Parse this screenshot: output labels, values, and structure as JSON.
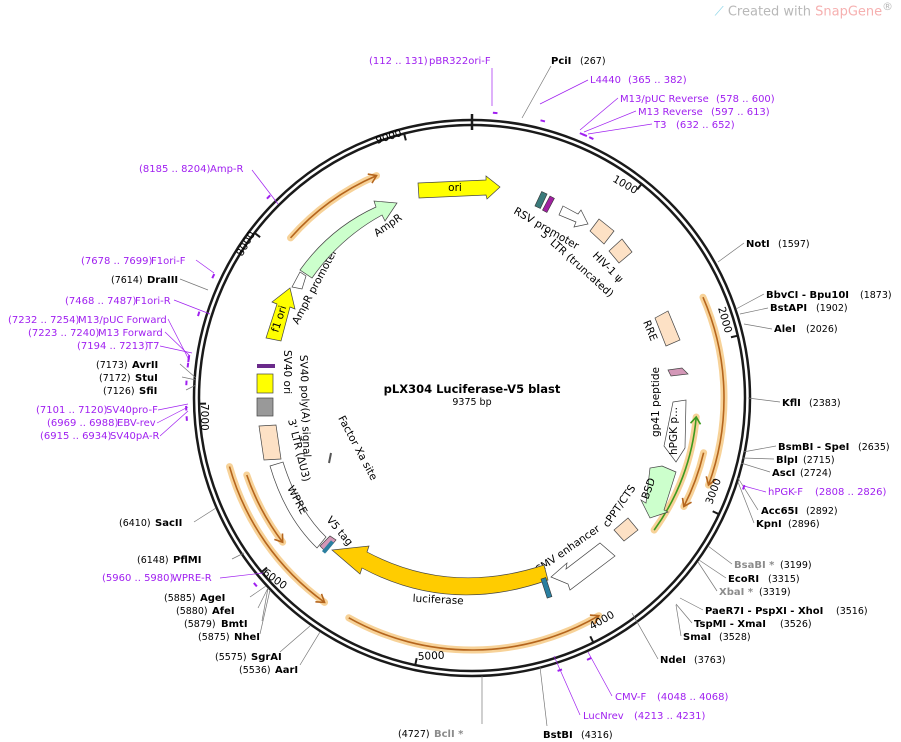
{
  "brand": {
    "prefix": "Created with ",
    "name": "SnapGene",
    "mark": "®"
  },
  "plasmid": {
    "name": "pLX304 Luciferase-V5 blast",
    "size_label": "9375 bp",
    "length": 9375
  },
  "ticks": [
    "1000",
    "2000",
    "3000",
    "4000",
    "5000",
    "6000",
    "7000",
    "8000",
    "9000"
  ],
  "features": [
    {
      "label": "ori",
      "color": "#ffff00"
    },
    {
      "label": "RSV promoter",
      "color": "#ffffff"
    },
    {
      "label": "5' LTR (truncated)",
      "color": "#fde1c5"
    },
    {
      "label": "HIV-1 ψ",
      "color": "#fde1c5"
    },
    {
      "label": "RRE",
      "color": "#fde1c5"
    },
    {
      "label": "gp41 peptide",
      "color": "#d397b7"
    },
    {
      "label": "hPGK p...",
      "color": "#ffffff"
    },
    {
      "label": "BSD",
      "color": "#ccffcc"
    },
    {
      "label": "cPPT/CTS",
      "color": "#fde1c5"
    },
    {
      "label": "CMV enhancer",
      "color": "#ffffff"
    },
    {
      "label": "luciferase",
      "color": "#ffcc00"
    },
    {
      "label": "V5 tag",
      "color": "#d397b7"
    },
    {
      "label": "Factor Xa site",
      "color": "#555555"
    },
    {
      "label": "WPRE",
      "color": "#ffffff"
    },
    {
      "label": "3' LTR (ΔU3)",
      "color": "#fde1c5"
    },
    {
      "label": "SV40 poly(A) signal",
      "color": "#999999"
    },
    {
      "label": "SV40 ori",
      "color": "#ffff00"
    },
    {
      "label": "f1 ori",
      "color": "#ffff00"
    },
    {
      "label": "AmpR promoter",
      "color": "#ffffff"
    },
    {
      "label": "AmpR",
      "color": "#ccffcc"
    }
  ],
  "sites": [
    {
      "name": "PciI",
      "pos": "(267)"
    },
    {
      "name": "NotI",
      "pos": "(1597)"
    },
    {
      "name": "BbvCI",
      "name2": "Bpu10I",
      "pos": "(1873)"
    },
    {
      "name": "BstAPI",
      "pos": "(1902)"
    },
    {
      "name": "AleI",
      "pos": "(2026)"
    },
    {
      "name": "KflI",
      "pos": "(2383)"
    },
    {
      "name": "BsmBI",
      "name2": "SpeI",
      "pos": "(2635)"
    },
    {
      "name": "BlpI",
      "pos": "(2715)"
    },
    {
      "name": "AscI",
      "pos": "(2724)"
    },
    {
      "name": "Acc65I",
      "pos": "(2892)"
    },
    {
      "name": "KpnI",
      "pos": "(2896)"
    },
    {
      "name": "BsaBI *",
      "pos": "(3199)"
    },
    {
      "name": "EcoRI",
      "pos": "(3315)"
    },
    {
      "name": "XbaI *",
      "pos": "(3319)"
    },
    {
      "name": "PaeR7I",
      "name2": "PspXI",
      "name3": "XhoI",
      "pos": "(3516)"
    },
    {
      "name": "TspMI",
      "name2": "XmaI",
      "pos": "(3526)"
    },
    {
      "name": "SmaI",
      "pos": "(3528)"
    },
    {
      "name": "NdeI",
      "pos": "(3763)"
    },
    {
      "name": "BstBI",
      "pos": "(4316)"
    },
    {
      "name": "BclI *",
      "pos": "(4727)"
    },
    {
      "name": "AarI",
      "pos": "(5536)"
    },
    {
      "name": "SgrAI",
      "pos": "(5575)"
    },
    {
      "name": "NheI",
      "pos": "(5875)"
    },
    {
      "name": "BmtI",
      "pos": "(5879)"
    },
    {
      "name": "AfeI",
      "pos": "(5880)"
    },
    {
      "name": "AgeI",
      "pos": "(5885)"
    },
    {
      "name": "PflMI",
      "pos": "(6148)"
    },
    {
      "name": "SacII",
      "pos": "(6410)"
    },
    {
      "name": "SfiI",
      "pos": "(7126)"
    },
    {
      "name": "StuI",
      "pos": "(7172)"
    },
    {
      "name": "AvrII",
      "pos": "(7173)"
    },
    {
      "name": "DraIII",
      "pos": "(7614)"
    }
  ],
  "primers": [
    {
      "name": "pBR322ori-F",
      "pos": "(112 .. 131)"
    },
    {
      "name": "L4440",
      "pos": "(365 .. 382)"
    },
    {
      "name": "M13/pUC Reverse",
      "pos": "(578 .. 600)"
    },
    {
      "name": "M13 Reverse",
      "pos": "(597 .. 613)"
    },
    {
      "name": "T3",
      "pos": "(632 .. 652)"
    },
    {
      "name": "hPGK-F",
      "pos": "(2808 .. 2826)"
    },
    {
      "name": "CMV-F",
      "pos": "(4048 .. 4068)"
    },
    {
      "name": "LucNrev",
      "pos": "(4213 .. 4231)"
    },
    {
      "name": "WPRE-R",
      "pos": "(5960 .. 5980)"
    },
    {
      "name": "SV40pA-R",
      "pos": "(6915 .. 6934)"
    },
    {
      "name": "EBV-rev",
      "pos": "(6969 .. 6988)"
    },
    {
      "name": "SV40pro-F",
      "pos": "(7101 .. 7120)"
    },
    {
      "name": "T7",
      "pos": "(7194 .. 7213)"
    },
    {
      "name": "M13 Forward",
      "pos": "(7223 .. 7240)"
    },
    {
      "name": "M13/pUC Forward",
      "pos": "(7232 .. 7254)"
    },
    {
      "name": "F1ori-R",
      "pos": "(7468 .. 7487)"
    },
    {
      "name": "F1ori-F",
      "pos": "(7678 .. 7699)"
    },
    {
      "name": "Amp-R",
      "pos": "(8185 .. 8204)"
    }
  ],
  "colors": {
    "backbone": "#1a1a1a",
    "primer": "#a020f0",
    "orf_highlight": "#f5c77e",
    "orf_arrow": "#b5651d",
    "bsd_arrow": "#3c9a1e",
    "star_site": "#8c8c8c"
  }
}
